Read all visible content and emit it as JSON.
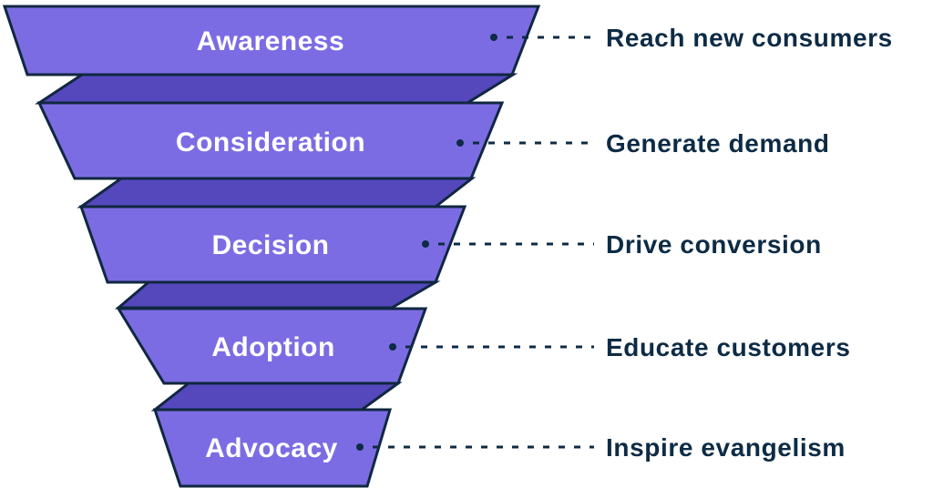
{
  "diagram": {
    "type": "marketing-funnel",
    "stages": [
      {
        "label": "Awareness",
        "annotation": "Reach new consumers"
      },
      {
        "label": "Consideration",
        "annotation": "Generate demand"
      },
      {
        "label": "Decision",
        "annotation": "Drive conversion"
      },
      {
        "label": "Adoption",
        "annotation": "Educate customers"
      },
      {
        "label": "Advocacy",
        "annotation": "Inspire evangelism"
      }
    ],
    "colors": {
      "face_purple": "#7c6ce3",
      "fold_purple": "#5548bd",
      "outline_navy": "#102740",
      "annotation_navy": "#0d2b45",
      "stage_text": "#ffffff"
    }
  }
}
